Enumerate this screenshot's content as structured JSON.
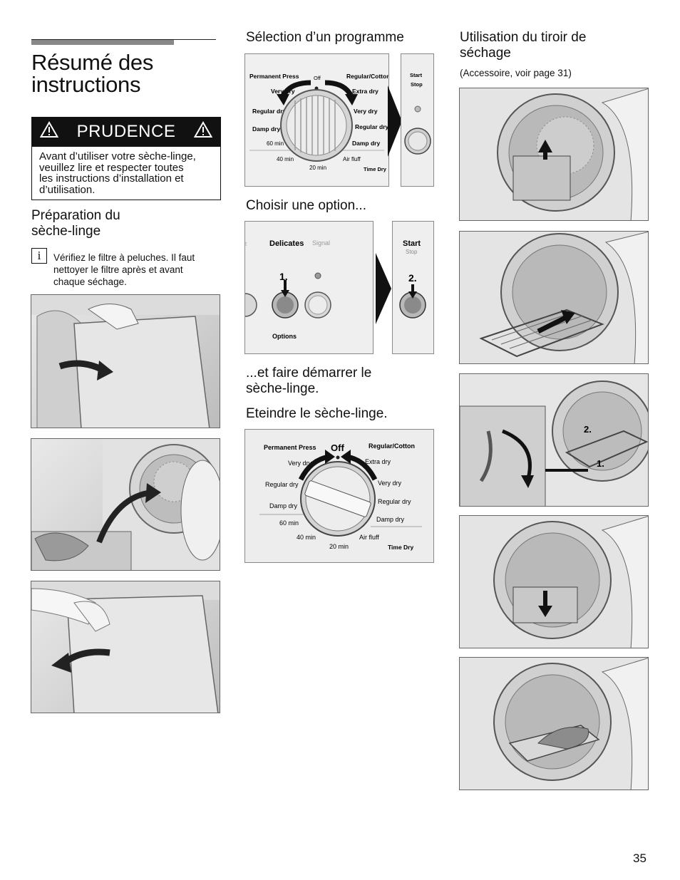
{
  "page": {
    "title_line1": "Résumé des",
    "title_line2": "instructions",
    "number": "35"
  },
  "caution": {
    "label": "PRUDENCE",
    "text_lines": [
      "Avant d’utiliser votre sèche-linge,",
      "veuillez lire et respecter toutes",
      "les instructions d’installation et",
      "d’utilisation."
    ]
  },
  "preparation": {
    "heading_line1": "Préparation du",
    "heading_line2": "sèche-linge",
    "info_icon": "i",
    "note_lines": [
      "Vérifiez le filtre à peluches. Il faut",
      "nettoyer le filtre après et avant",
      "chaque séchage."
    ]
  },
  "selection": {
    "heading": "Sélection d’un programme",
    "dial_labels": {
      "permanent_press": "Permanent Press",
      "off": "Off",
      "regular_cotton": "Regular/Cotton",
      "very_dry_left": "Very dry",
      "extra_dry": "Extra dry",
      "regular_dry_left": "Regular dry",
      "very_dry_right": "Very dry",
      "damp_dry_left": "Damp dry",
      "regular_dry_right": "Regular dry",
      "damp_dry_right": "Damp dry",
      "min60": "60 min",
      "min40": "40 min",
      "min20": "20 min",
      "air_fluff": "Air fluff",
      "time_dry": "Time Dry"
    },
    "start_label": "Start",
    "stop_label": "Stop"
  },
  "option": {
    "heading": "Choisir une option...",
    "delicates": "Delicates",
    "signal": "Signal",
    "options": "Options",
    "step1": "1.",
    "step2": "2.",
    "start_label": "Start",
    "stop_label": "Stop"
  },
  "start_heading_line1": "...et faire démarrer le",
  "start_heading_line2": "sèche-linge.",
  "off_heading": "Eteindre le sèche-linge.",
  "drawer": {
    "heading_line1": "Utilisation du tiroir de",
    "heading_line2": "séchage",
    "subnote": "(Accessoire, voir page 31)",
    "step1": "1.",
    "step2": "2."
  }
}
